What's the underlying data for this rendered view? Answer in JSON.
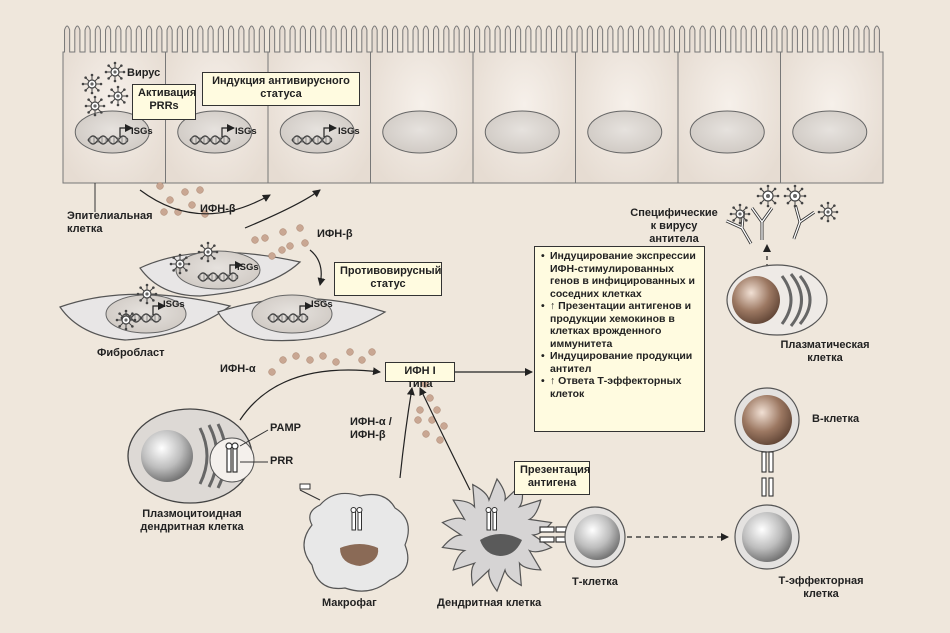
{
  "labels": {
    "virus": "Вирус",
    "prr_activation": "Активация PRRs",
    "antiviral_induction": "Индукция антивирусного статуса",
    "isgs": "ISGs",
    "epithelial_cell": "Эпителиальная клетка",
    "ifn_beta_1": "ИФН-β",
    "ifn_beta_2": "ИФН-β",
    "antiviral_status": "Противовирусный статус",
    "fibroblast": "Фибробласт",
    "ifn_alpha": "ИФН-α",
    "ifn_type1": "ИФН I типа",
    "ifn_alpha_beta": "ИФН-α / ИФН-β",
    "pamp": "PAMP",
    "prr": "PRR",
    "pdc": "Плазмоцитоидная дендритная клетка",
    "macrophage": "Макрофаг",
    "dendritic_cell": "Дендритная клетка",
    "antigen_presentation": "Презентация антигена",
    "t_cell": "Т-клетка",
    "t_effector": "Т-эффекторная клетка",
    "b_cell": "В-клетка",
    "plasma_cell": "Плазматическая клетка",
    "specific_antibodies": "Специфические к вирусу антитела"
  },
  "effects": [
    "Индуцирование экспрессии ИФН-стимулированных генов в инфицированных и соседних клетках",
    "↑ Презентации антигенов и продукции хемокинов в клетках врожденного иммунитета",
    "Индуцирование продукции антител",
    "↑ Ответа Т-эффекторных клеток"
  ],
  "colors": {
    "background": "#efe7dc",
    "cell_fill": "#eee6dd",
    "nucleus": "#d7d2cd",
    "box_fill": "#fffbe0",
    "dots": "#c8a38f",
    "brown_nucleus": "#8a6a56"
  },
  "icons": [
    "virus-icon",
    "dna-icon",
    "receptor-icon",
    "antibody-icon"
  ]
}
